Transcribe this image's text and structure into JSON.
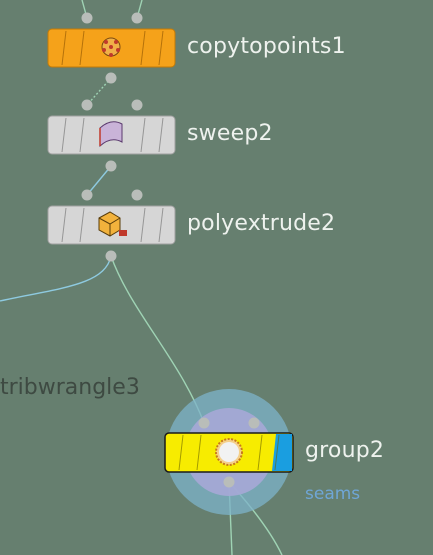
{
  "network": {
    "nodes": [
      {
        "id": "copytopoints1",
        "label": "copytopoints1",
        "color": "#f5a21a",
        "icon": "copy-to-points-icon"
      },
      {
        "id": "sweep2",
        "label": "sweep2",
        "color": "#d6d6d6",
        "icon": "sweep-icon"
      },
      {
        "id": "polyextrude2",
        "label": "polyextrude2",
        "color": "#d6d6d6",
        "icon": "polyextrude-icon"
      },
      {
        "id": "group2",
        "label": "group2",
        "sublabel": "seams",
        "color": "#f7ec00",
        "display_flag_color": "#1a9ee0",
        "icon": "group-icon",
        "selected": true
      }
    ],
    "offscreen_node_label": "tribwrangle3"
  },
  "colors": {
    "background": "#667f6f",
    "wire": "#9fd3b4",
    "wire_blue": "#8ecae0",
    "connector": "#b9bdb9",
    "selection_ring": "#7db3c9",
    "selection_inner": "#a6a9d6"
  }
}
